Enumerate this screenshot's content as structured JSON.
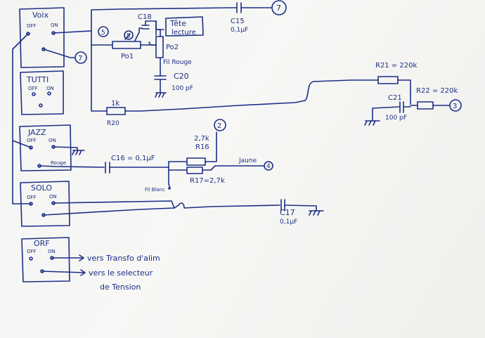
{
  "boxes": {
    "voix": {
      "title": "Voix",
      "off": "OFF",
      "on": "ON"
    },
    "tutti": {
      "title": "TUTTI",
      "off": "OFF",
      "on": "ON"
    },
    "jazz": {
      "title": "JAZZ",
      "off": "OFF",
      "on": "ON"
    },
    "solo": {
      "title": "SOLO",
      "off": "OFF",
      "on": "ON"
    },
    "orf": {
      "title": "ORF",
      "off": "OFF",
      "on": "ON"
    }
  },
  "components": {
    "c15_name": "C15",
    "c15_value": "0,1µF",
    "c18": "C18",
    "tete": "Tête",
    "lecture": "lecture",
    "po1": "Po1",
    "po2": "Po2",
    "fil_rouge": "Fil Rouge",
    "c20": "C20",
    "c20_value": "100 pF",
    "r20": "R20",
    "r20_value": "1k",
    "r21": "R21 = 220k",
    "c21": "C21",
    "c21_value": "100 pF",
    "r22": "R22 = 220k",
    "r16_value": "2,7k",
    "r16": "R16",
    "r17": "R17=2,7k",
    "jaune": "Jaune",
    "c16": "C16 = 0,1µF",
    "fil_blanc": "Fil Blanc",
    "rouge": "Rouge",
    "c17": "C17",
    "c17_value": "0,1µF"
  },
  "nodes": {
    "n7a": "7",
    "n5a": "5",
    "n5b": "5",
    "n7b": "7",
    "n3": "3",
    "n2": "2",
    "n4": "4"
  },
  "notes": {
    "transfo": "vers Transfo d'alim",
    "selecteur": "vers le selecteur",
    "tension": "de Tension"
  }
}
